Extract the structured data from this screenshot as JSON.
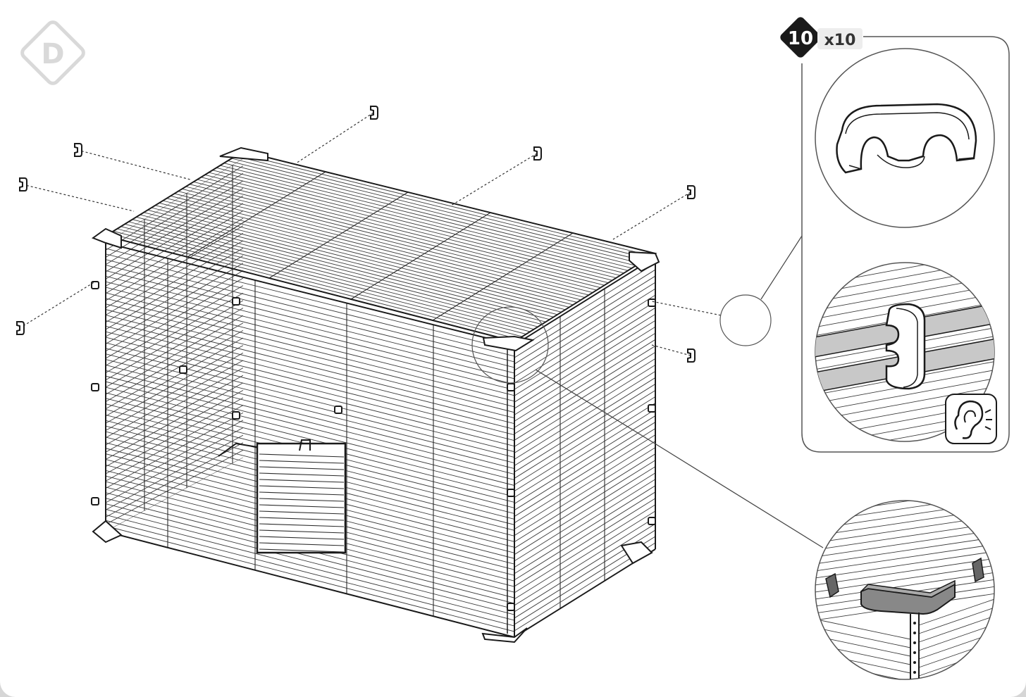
{
  "step": {
    "letter": "D",
    "color": "#d9d9d9"
  },
  "part": {
    "number": "10",
    "quantity": "x10",
    "icon": "cage-clip-icon"
  },
  "icons": {
    "sound_hint": "ear-click-icon"
  },
  "colors": {
    "line": "#2a2a2a",
    "badge": "#1a1a1a",
    "highlight": "#888888",
    "panel_border": "#555555"
  }
}
